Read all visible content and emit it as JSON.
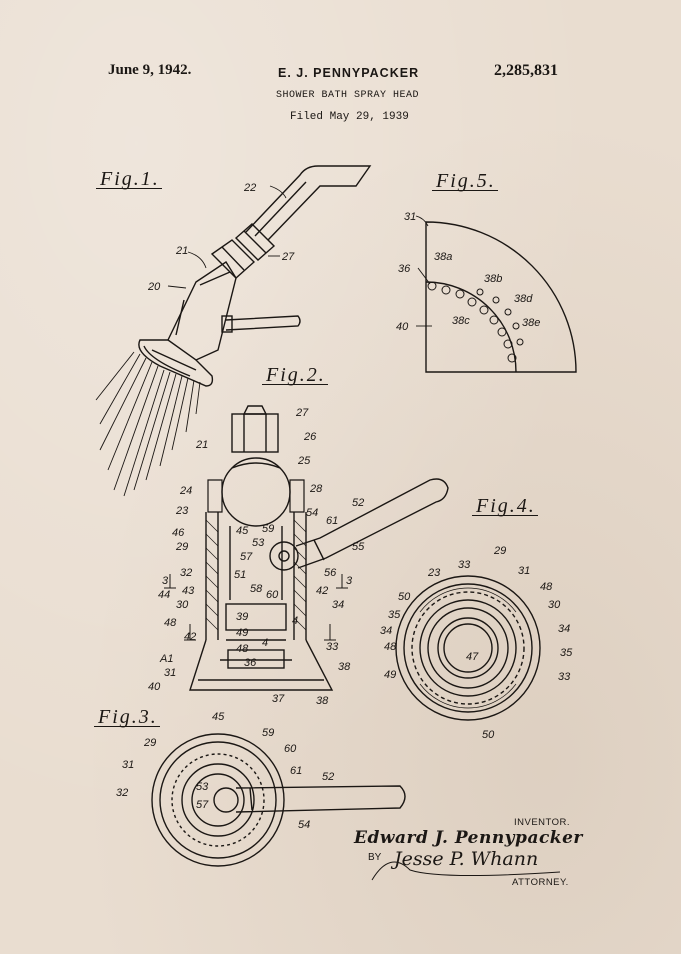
{
  "header": {
    "date": "June 9, 1942.",
    "inventor": "E. J. PENNYPACKER",
    "patent_number": "2,285,831",
    "title": "SHOWER BATH SPRAY HEAD",
    "filed": "Filed May 29, 1939"
  },
  "figures": {
    "fig1": "Fig.1.",
    "fig2": "Fig.2.",
    "fig3": "Fig.3.",
    "fig4": "Fig.4.",
    "fig5": "Fig.5."
  },
  "fig1_labels": [
    "22",
    "21",
    "27",
    "20"
  ],
  "fig2_labels": [
    "27",
    "21",
    "26",
    "25",
    "24",
    "28",
    "52",
    "23",
    "45",
    "59",
    "54",
    "61",
    "46",
    "53",
    "55",
    "29",
    "57",
    "3",
    "32",
    "51",
    "56",
    "3",
    "44",
    "43",
    "58",
    "60",
    "42",
    "30",
    "39",
    "34",
    "48",
    "49",
    "4",
    "42",
    "48",
    "4",
    "33",
    "A1",
    "36",
    "38",
    "31",
    "40",
    "37",
    "38"
  ],
  "fig3_labels": [
    "45",
    "29",
    "59",
    "60",
    "31",
    "61",
    "52",
    "32",
    "53",
    "57",
    "54"
  ],
  "fig4_labels": [
    "29",
    "23",
    "33",
    "31",
    "50",
    "48",
    "30",
    "35",
    "34",
    "34",
    "48",
    "35",
    "47",
    "49",
    "33",
    "50"
  ],
  "fig5_labels": [
    "31",
    "36",
    "38a",
    "38b",
    "38d",
    "40",
    "38c",
    "38e"
  ],
  "signature": {
    "role_inventor": "INVENTOR.",
    "inventor_name": "Edward J. Pennypacker",
    "by": "BY",
    "attorney_signature": "Jesse P. Whann",
    "role_attorney": "ATTORNEY."
  }
}
